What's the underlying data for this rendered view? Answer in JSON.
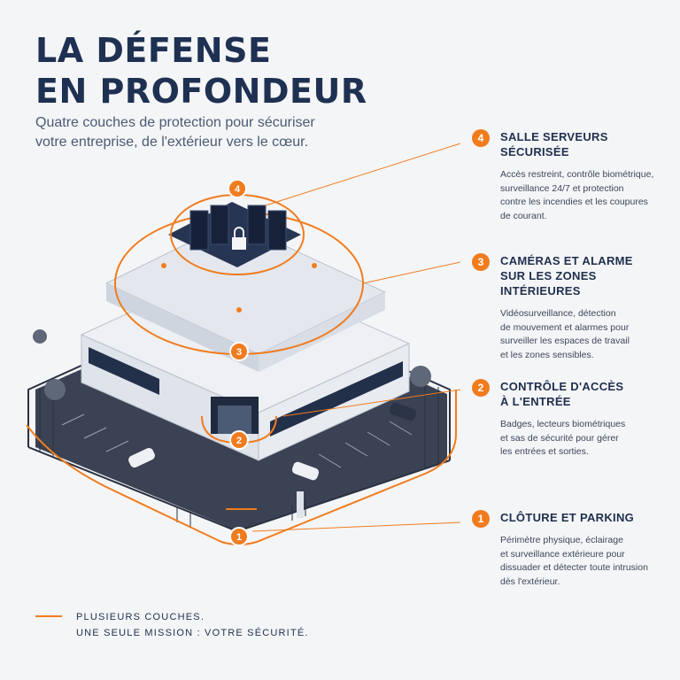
{
  "title": {
    "line1": "LA DÉFENSE",
    "line2": "EN PROFONDEUR"
  },
  "subtitle": {
    "line1": "Quatre couches de protection pour sécuriser",
    "line2": "votre entreprise, de l'extérieur vers le cœur."
  },
  "colors": {
    "accent": "#f07c1e",
    "navy": "#1f3152",
    "building": "#eef0f4",
    "ground": "#3a4253"
  },
  "illustration": {
    "markers": [
      "4",
      "3",
      "2",
      "1"
    ],
    "icons": [
      "server-rack-icon",
      "padlock-icon",
      "camera-icon",
      "car-icon",
      "tree-icon",
      "gate-icon"
    ]
  },
  "layers": [
    {
      "number": "4",
      "title_lines": [
        "SALLE SERVEURS",
        "SÉCURISÉE"
      ],
      "desc_lines": [
        "Accès restreint, contrôle biométrique,",
        "surveillance 24/7 et protection",
        "contre les incendies et les coupures",
        "de courant."
      ]
    },
    {
      "number": "3",
      "title_lines": [
        "CAMÉRAS ET ALARME",
        "SUR LES ZONES INTÉRIEURES"
      ],
      "desc_lines": [
        "Vidéosurveillance, détection",
        "de mouvement et alarmes pour",
        "surveiller les espaces de travail",
        "et les zones sensibles."
      ]
    },
    {
      "number": "2",
      "title_lines": [
        "CONTRÔLE D'ACCÈS",
        "À L'ENTRÉE"
      ],
      "desc_lines": [
        "Badges, lecteurs biométriques",
        "et sas de sécurité pour gérer",
        "les entrées et sorties."
      ]
    },
    {
      "number": "1",
      "title_lines": [
        "CLÔTURE ET PARKING"
      ],
      "desc_lines": [
        "Périmètre physique, éclairage",
        "et surveillance extérieure pour",
        "dissuader et détecter toute intrusion",
        "dès l'extérieur."
      ]
    }
  ],
  "footer": {
    "line1": "PLUSIEURS COUCHES.",
    "line2": "UNE SEULE MISSION : VOTRE SÉCURITÉ."
  }
}
